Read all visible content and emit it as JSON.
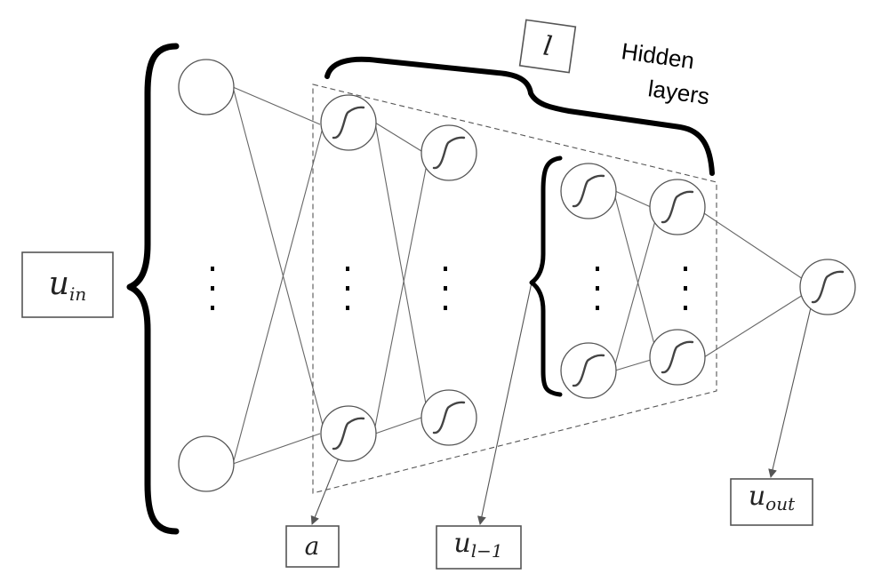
{
  "labels": {
    "input": {
      "main": "u",
      "sub": "in"
    },
    "activation": {
      "main": "a"
    },
    "prev_layer": {
      "main": "u",
      "sub": "l−1"
    },
    "output": {
      "main": "u",
      "sub": "out"
    },
    "layer_count": {
      "main": "l"
    },
    "hidden_layers_line1": "Hidden",
    "hidden_layers_line2": "layers"
  },
  "icons": {
    "neuron": "sigmoid-activation-icon",
    "ellipsis": "vertical-ellipsis-icon"
  },
  "colors": {
    "line": "#666666",
    "brace": "#000000",
    "text": "#222222"
  }
}
